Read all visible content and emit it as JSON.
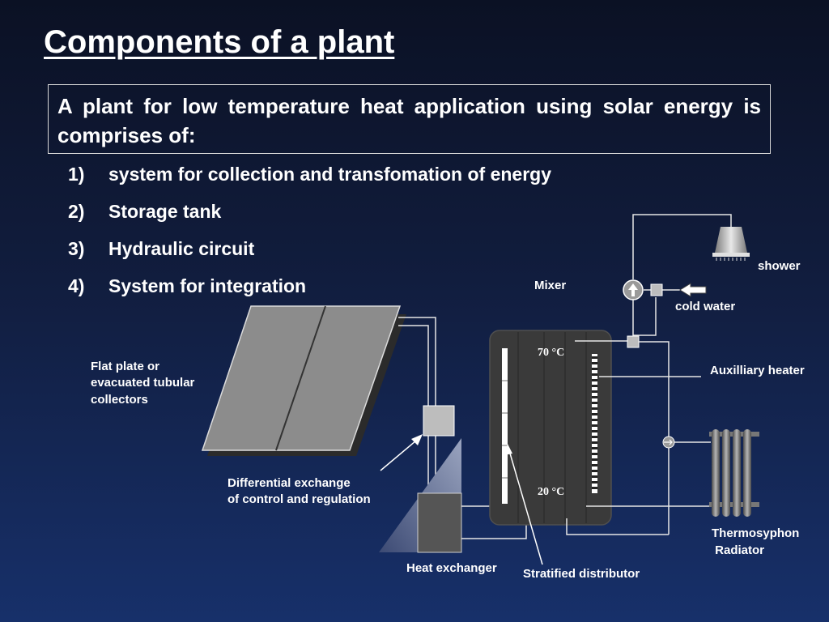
{
  "title": "Components of a plant",
  "intro": "A plant for low temperature heat application using solar energy is comprises of:",
  "components": [
    {
      "num": "1)",
      "label": "system for collection and transfomation of energy"
    },
    {
      "num": "2)",
      "label": "Storage tank"
    },
    {
      "num": "3)",
      "label": "Hydraulic circuit"
    },
    {
      "num": "4)",
      "label": "System for integration"
    }
  ],
  "diagram": {
    "collectors_label": [
      "Flat plate or",
      "evacuated tubular",
      "collectors"
    ],
    "control_label": [
      "Differential exchange",
      "of control and regulation"
    ],
    "heat_exchanger_label": "Heat exchanger",
    "distributor_label": "Stratified distributor",
    "mixer_label": "Mixer",
    "shower_label": "shower",
    "cold_water_label": "cold water",
    "aux_heater_label": "Auxilliary heater",
    "radiator_label": [
      "Thermosyphon",
      " Radiator"
    ],
    "temp_top": "70 °C",
    "temp_bottom": "20 °C"
  },
  "colors": {
    "background_top": "#0b1124",
    "background_bottom": "#17306a",
    "pipe": "#e6e6e6",
    "tank": "#3a3a3a",
    "collector": "#8c8c8c"
  }
}
